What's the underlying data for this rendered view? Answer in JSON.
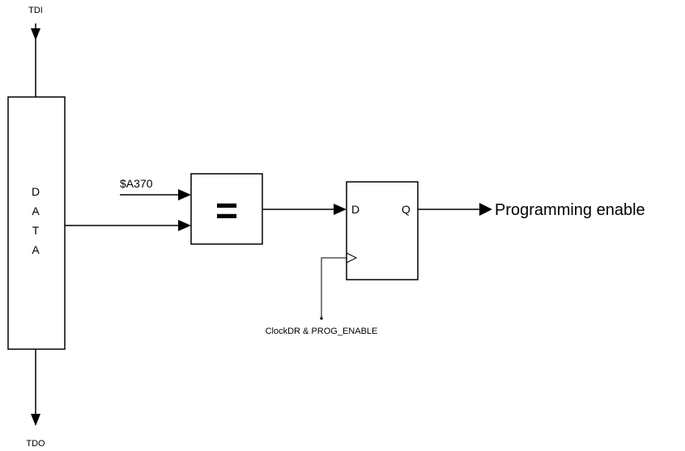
{
  "signals": {
    "tdi": "TDI",
    "tdo": "TDO",
    "constant": "$A370",
    "clock": "ClockDR & PROG_ENABLE",
    "output": "Programming enable"
  },
  "data_register": {
    "letters": [
      "D",
      "A",
      "T",
      "A"
    ]
  },
  "comparator": {
    "symbol": "="
  },
  "flip_flop": {
    "d_label": "D",
    "q_label": "Q"
  }
}
